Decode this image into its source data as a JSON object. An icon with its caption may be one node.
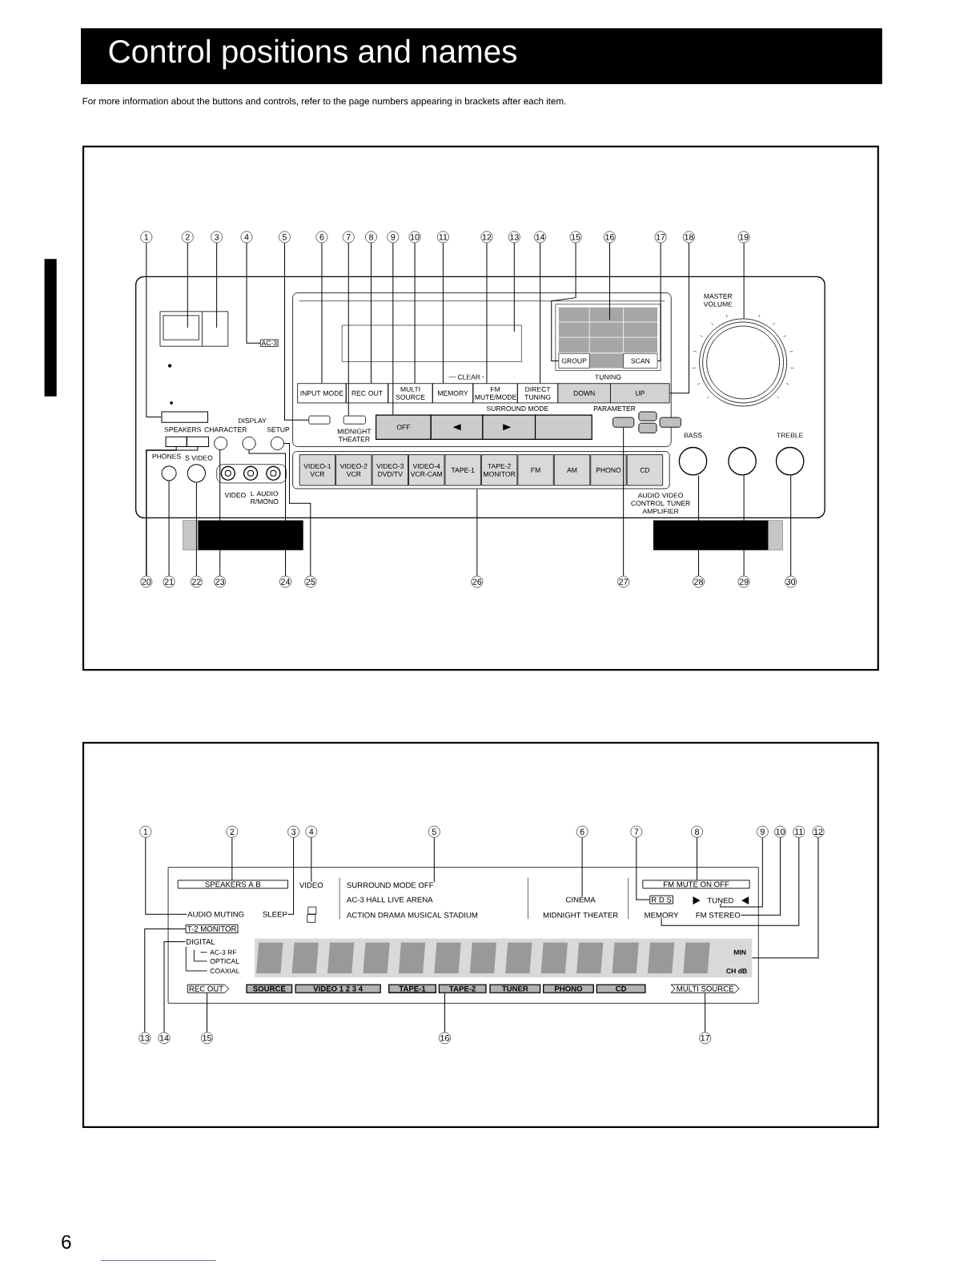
{
  "diagram": {
    "title": "Control positions and names",
    "nodes": [
      {
        "text": [
          "1"
        ]
      },
      {
        "text": [
          "2"
        ]
      },
      {
        "text": [
          "3"
        ]
      },
      {
        "text": [
          "4"
        ]
      },
      {
        "text": [
          "5"
        ]
      },
      {
        "text": [
          "6"
        ]
      },
      {
        "text": [
          "7"
        ]
      },
      {
        "text": [
          "8"
        ]
      },
      {
        "text": [
          "9"
        ]
      },
      {
        "text": [
          "10"
        ]
      },
      {
        "text": [
          "11"
        ]
      },
      {
        "text": [
          "12"
        ]
      },
      {
        "text": [
          "13"
        ]
      },
      {
        "text": [
          "14"
        ]
      },
      {
        "text": [
          "15"
        ]
      },
      {
        "text": [
          "16"
        ]
      },
      {
        "text": [
          "17"
        ]
      },
      {
        "text": [
          "18"
        ]
      },
      {
        "text": [
          "19"
        ]
      },
      {
        "text": [
          "20"
        ]
      },
      {
        "text": [
          "21"
        ]
      },
      {
        "text": [
          "22"
        ]
      },
      {
        "text": [
          "23"
        ]
      },
      {
        "text": [
          "24"
        ]
      },
      {
        "text": [
          "25"
        ]
      },
      {
        "text": [
          "26"
        ]
      },
      {
        "text": [
          "27"
        ]
      },
      {
        "text": [
          "28"
        ]
      },
      {
        "text": [
          "29"
        ]
      },
      {
        "text": [
          "30"
        ]
      },
      {
        "text": [
          "1"
        ]
      },
      {
        "text": [
          "2"
        ]
      },
      {
        "text": [
          "3"
        ]
      },
      {
        "text": [
          "4"
        ]
      },
      {
        "text": [
          "5"
        ]
      },
      {
        "text": [
          "6"
        ]
      },
      {
        "text": [
          "7"
        ]
      },
      {
        "text": [
          "8"
        ]
      },
      {
        "text": [
          "9"
        ]
      },
      {
        "text": [
          "10"
        ]
      },
      {
        "text": [
          "11"
        ]
      },
      {
        "text": [
          "12"
        ]
      },
      {
        "text": [
          "13"
        ]
      },
      {
        "text": [
          "14"
        ]
      },
      {
        "text": [
          "15"
        ]
      },
      {
        "text": [
          "16"
        ]
      },
      {
        "text": [
          "17"
        ]
      },
      {
        "text": [
          "SPEAKERS A B"
        ]
      },
      {
        "text": [
          "VIDEO"
        ]
      },
      {
        "text": [
          "SURROUND MODE OFF"
        ]
      },
      {
        "text": [
          "FM MUTE ON OFF"
        ]
      },
      {
        "text": [
          "CINEMA"
        ]
      },
      {
        "text": [
          "R D S"
        ]
      },
      {
        "text": [
          "TUNED"
        ]
      },
      {
        "text": [
          "AUDIO MUTING"
        ]
      },
      {
        "text": [
          "SLEEP"
        ]
      },
      {
        "text": [
          "MEMORY"
        ]
      },
      {
        "text": [
          "FM STEREO"
        ]
      },
      {
        "text": [
          "T-2 MONITOR"
        ]
      },
      {
        "text": [
          "DIGITAL"
        ]
      },
      {
        "text": [
          "MIN",
          "CH dB"
        ]
      },
      {
        "text": [
          "REC OUT"
        ]
      },
      {
        "text": [
          "SOURCE"
        ]
      },
      {
        "text": [
          "VIDEO 1 2 3 4"
        ]
      },
      {
        "text": [
          "TAPE-1"
        ]
      },
      {
        "text": [
          "TAPE-2"
        ]
      },
      {
        "text": [
          "TUNER"
        ]
      },
      {
        "text": [
          "PHONO"
        ]
      },
      {
        "text": [
          "CD"
        ]
      },
      {
        "text": [
          "MULTI SOURCE"
        ]
      },
      {
        "text": [
          "AC-3"
        ]
      },
      {
        "text": [],
        "shape": "box"
      },
      {
        "text": [],
        "shape": "box"
      },
      {
        "text": [],
        "shape": "box"
      },
      {
        "text": [],
        "shape": "circle"
      },
      {
        "text": [],
        "shape": "circle"
      },
      {
        "text": [],
        "shape": "circle"
      },
      {
        "text": [],
        "shape": "circle"
      },
      {
        "text": [],
        "shape": "circle"
      },
      {
        "text": [],
        "shape": "circle"
      },
      {
        "text": [],
        "shape": "circle"
      },
      {
        "text": [],
        "shape": "circle"
      },
      {
        "text": [],
        "shape": "circle"
      },
      {
        "text": [
          "INPUT MODE"
        ]
      },
      {
        "text": [
          "REC OUT"
        ]
      },
      {
        "text": [
          "MULTI SOURCE"
        ]
      },
      {
        "text": [
          "MEMORY"
        ]
      },
      {
        "text": [
          "FM MUTE/MODE"
        ]
      },
      {
        "text": [
          "DIRECT TUNING"
        ]
      },
      {
        "text": [
          "DOWN"
        ]
      },
      {
        "text": [
          "UP"
        ]
      },
      {
        "text": [
          "GROUP"
        ]
      },
      {
        "text": [
          "SCAN"
        ]
      },
      {
        "text": [
          "OFF"
        ]
      },
      {
        "text": [],
        "shape": "box"
      },
      {
        "text": [],
        "shape": "box"
      },
      {
        "text": [],
        "shape": "box"
      },
      {
        "text": [],
        "shape": "box"
      },
      {
        "text": [
          "VIDEO-1 VCR"
        ],
        "in": 97
      },
      {
        "text": [
          "VIDEO-2 VCR"
        ],
        "in": 97
      },
      {
        "text": [
          "VIDEO-3 DVD/TV"
        ],
        "in": 97
      },
      {
        "text": [
          "VIDEO-4 VCR-CAM"
        ],
        "in": 97
      },
      {
        "text": [
          "TAPE-1"
        ],
        "in": 97
      },
      {
        "text": [
          "TAPE-2 MONITOR"
        ],
        "in": 97
      },
      {
        "text": [
          "FM"
        ],
        "in": 97
      },
      {
        "text": [
          "AM"
        ],
        "in": 97
      },
      {
        "text": [
          "PHONO"
        ],
        "in": 97
      },
      {
        "text": [
          "CD"
        ],
        "in": 97
      },
      {
        "text": [],
        "shape": "box"
      },
      {
        "text": [],
        "shape": "box"
      },
      {
        "text": [],
        "shape": "box"
      },
      {
        "text": [],
        "shape": "box"
      },
      {
        "text": [],
        "shape": "box"
      },
      {
        "text": [],
        "shape": "box"
      }
    ],
    "edges": [
      {
        "from": 0,
        "to": 71,
        "arrow": "none"
      },
      {
        "from": 1,
        "to": null,
        "arrow": "none"
      },
      {
        "from": 2,
        "to": null,
        "arrow": "none"
      },
      {
        "from": 3,
        "to": 70,
        "arrow": "none"
      },
      {
        "from": 4,
        "to": 72,
        "arrow": "none"
      },
      {
        "from": 5,
        "to": 83,
        "arrow": "none"
      },
      {
        "from": 6,
        "to": 73,
        "arrow": "none"
      },
      {
        "from": 7,
        "to": 84,
        "arrow": "none"
      },
      {
        "from": 8,
        "to": 93,
        "arrow": "none"
      },
      {
        "from": 9,
        "to": 85,
        "arrow": "none"
      },
      {
        "from": 10,
        "to": 86,
        "arrow": "none"
      },
      {
        "from": 11,
        "to": 87,
        "arrow": "none"
      },
      {
        "from": 12,
        "to": null,
        "arrow": "none"
      },
      {
        "from": 13,
        "to": 88,
        "arrow": "none"
      },
      {
        "from": 14,
        "to": 91,
        "arrow": "none"
      },
      {
        "from": 15,
        "to": null,
        "arrow": "none"
      },
      {
        "from": 16,
        "to": 92,
        "arrow": "none"
      },
      {
        "from": 17,
        "to": 90,
        "arrow": "none"
      },
      {
        "from": 18,
        "to": 74,
        "arrow": "none"
      },
      {
        "from": 19,
        "to": 112,
        "arrow": "none"
      },
      {
        "from": 20,
        "to": 75,
        "arrow": "none"
      },
      {
        "from": 21,
        "to": 76,
        "arrow": "none"
      },
      {
        "from": 22,
        "to": 77,
        "arrow": "none"
      },
      {
        "from": 23,
        "to": 78,
        "arrow": "none"
      },
      {
        "from": 24,
        "to": 79,
        "arrow": "none"
      },
      {
        "from": 25,
        "to": 97,
        "arrow": "none"
      },
      {
        "from": 26,
        "to": 108,
        "arrow": "none"
      },
      {
        "from": 27,
        "to": 80,
        "arrow": "none"
      },
      {
        "from": 28,
        "to": 81,
        "arrow": "none"
      },
      {
        "from": 29,
        "to": 82,
        "arrow": "none"
      },
      {
        "from": 30,
        "to": 54,
        "arrow": "none"
      },
      {
        "from": 31,
        "to": 47,
        "arrow": "none"
      },
      {
        "from": 32,
        "to": 55,
        "arrow": "none"
      },
      {
        "from": 33,
        "to": 48,
        "arrow": "none"
      },
      {
        "from": 34,
        "to": 49,
        "arrow": "none"
      },
      {
        "from": 35,
        "to": 51,
        "arrow": "none"
      },
      {
        "from": 36,
        "to": 52,
        "arrow": "none"
      },
      {
        "from": 37,
        "to": 50,
        "arrow": "none"
      },
      {
        "from": 38,
        "to": 53,
        "arrow": "none"
      },
      {
        "from": 39,
        "to": 57,
        "arrow": "none"
      },
      {
        "from": 40,
        "to": 56,
        "arrow": "none"
      },
      {
        "from": 41,
        "to": 60,
        "arrow": "none"
      },
      {
        "from": 42,
        "to": 58,
        "arrow": "none"
      },
      {
        "from": 43,
        "to": 59,
        "arrow": "none"
      },
      {
        "from": 44,
        "to": 61,
        "arrow": "none"
      },
      {
        "from": 45,
        "to": 65,
        "arrow": "none"
      },
      {
        "from": 46,
        "to": 69,
        "arrow": "none"
      },
      {
        "from": 19,
        "to": 113,
        "arrow": "none"
      }
    ],
    "labels": [
      "For more information about the buttons and controls, refer to the page numbers appearing in brackets after each item.",
      "MASTER VOLUME",
      "CLEAR",
      "TUNING",
      "SURROUND MODE",
      "PARAMETER",
      "DISPLAY",
      "SPEAKERS",
      "CHARACTER",
      "SETUP",
      "MIDNIGHT THEATER",
      "BASS",
      "TREBLE",
      "PHONES",
      "S VIDEO",
      "VIDEO",
      "L AUDIO R/MONO",
      "AUDIO VIDEO CONTROL TUNER AMPLIFIER",
      "AC-3 HALL LIVE ARENA",
      "ACTION DRAMA MUSICAL STADIUM",
      "MIDNIGHT THEATER",
      "AC-3 RF",
      "OPTICAL",
      "COAXIAL",
      "6"
    ]
  }
}
